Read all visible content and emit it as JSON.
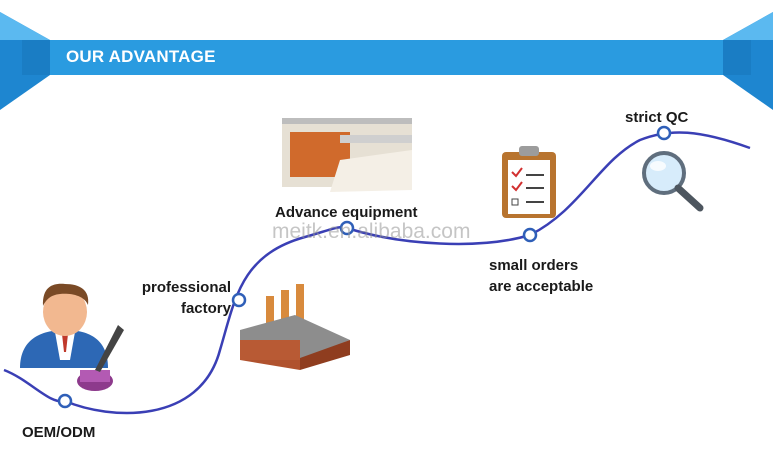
{
  "banner": {
    "title": "OUR ADVANTAGE",
    "color": "#2a9be0"
  },
  "watermark": "meitk.en.alibaba.com",
  "steps": [
    {
      "label": "OEM/ODM",
      "icon": "person-with-pen-icon"
    },
    {
      "label": "professional\nfactory",
      "icon": "factory-icon"
    },
    {
      "label": "Advance equipment",
      "icon": "machine-icon"
    },
    {
      "label": "small orders\nare acceptable",
      "icon": "clipboard-checklist-icon"
    },
    {
      "label": "strict QC",
      "icon": "magnifier-icon"
    }
  ],
  "colors": {
    "curve": "#3a3fb5",
    "node_fill": "#ffffff",
    "node_stroke": "#2f5fb8"
  }
}
